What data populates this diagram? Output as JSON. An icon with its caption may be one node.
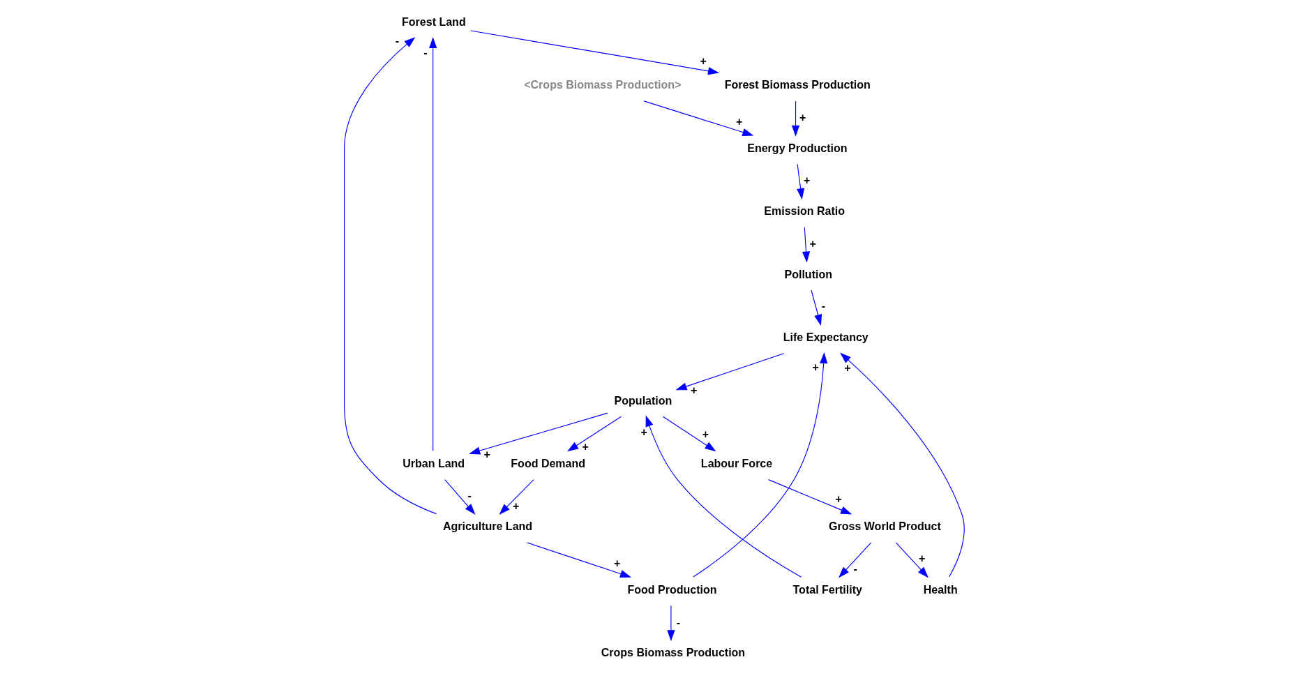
{
  "diagram": {
    "nodes": [
      {
        "text": [
          "Forest Land"
        ]
      },
      {
        "text": [
          "Urban Land"
        ]
      },
      {
        "text": [
          "Labour Force"
        ]
      },
      {
        "text": [
          "Gross World Product"
        ]
      },
      {
        "text": [
          "Food Demand"
        ]
      },
      {
        "text": [
          "Population"
        ]
      },
      {
        "text": [
          "Total Fertility"
        ]
      },
      {
        "text": [
          "Agriculture Land"
        ]
      },
      {
        "text": [
          "Health"
        ]
      },
      {
        "text": [
          "Crops Biomass Production"
        ]
      },
      {
        "text": [
          "Food Production"
        ]
      },
      {
        "text": [
          "Life Expectancy"
        ]
      },
      {
        "text": [
          "Forest Biomass Production"
        ]
      },
      {
        "text": [
          "<Crops Biomass Production>"
        ]
      },
      {
        "text": [
          "Energy Production"
        ]
      },
      {
        "text": [
          "Pollution"
        ]
      },
      {
        "text": [
          "Emission Ratio"
        ]
      }
    ],
    "edges": [
      {
        "from": 7,
        "to": 0,
        "arrow": "to",
        "label": "-"
      },
      {
        "from": 1,
        "to": 0,
        "arrow": "to",
        "label": "-"
      },
      {
        "from": 0,
        "to": 12,
        "arrow": "to",
        "label": "+"
      },
      {
        "from": 1,
        "to": 7,
        "arrow": "to",
        "label": "-"
      },
      {
        "from": 4,
        "to": 7,
        "arrow": "to",
        "label": "+"
      },
      {
        "from": 5,
        "to": 1,
        "arrow": "to",
        "label": "+"
      },
      {
        "from": 5,
        "to": 4,
        "arrow": "to",
        "label": "+"
      },
      {
        "from": 5,
        "to": 2,
        "arrow": "to",
        "label": "+"
      },
      {
        "from": 2,
        "to": 3,
        "arrow": "to",
        "label": "+"
      },
      {
        "from": 3,
        "to": 6,
        "arrow": "to",
        "label": "-"
      },
      {
        "from": 3,
        "to": 8,
        "arrow": "to",
        "label": "+"
      },
      {
        "from": 6,
        "to": 5,
        "arrow": "to",
        "label": "+"
      },
      {
        "from": 11,
        "to": 5,
        "arrow": "to",
        "label": "+"
      },
      {
        "from": 7,
        "to": 10,
        "arrow": "to",
        "label": "+"
      },
      {
        "from": 10,
        "to": 9,
        "arrow": "to",
        "label": "-"
      },
      {
        "from": 10,
        "to": 11,
        "arrow": "to",
        "label": "+"
      },
      {
        "from": 8,
        "to": 11,
        "arrow": "to",
        "label": "+"
      },
      {
        "from": 15,
        "to": 11,
        "arrow": "to",
        "label": "-"
      },
      {
        "from": 16,
        "to": 15,
        "arrow": "to",
        "label": "+"
      },
      {
        "from": 14,
        "to": 16,
        "arrow": "to",
        "label": "+"
      },
      {
        "from": 12,
        "to": 14,
        "arrow": "to",
        "label": "+"
      },
      {
        "from": 13,
        "to": 14,
        "arrow": "to",
        "label": "+"
      }
    ]
  }
}
